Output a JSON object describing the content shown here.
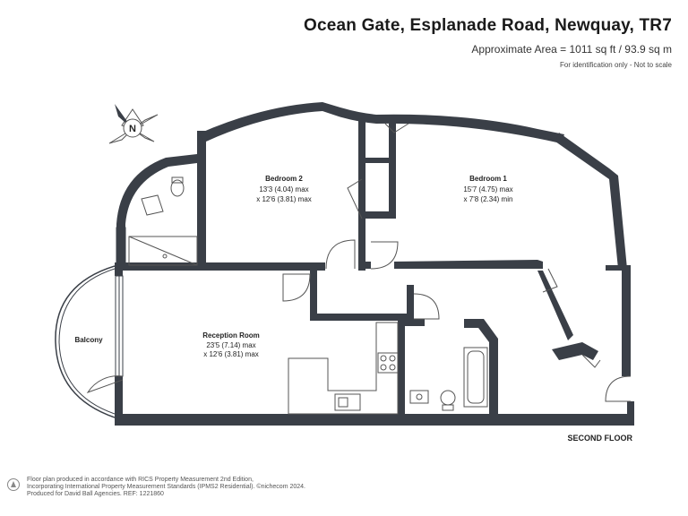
{
  "header": {
    "title": "Ocean Gate, Esplanade Road, Newquay, TR7",
    "area": "Approximate Area = 1011 sq ft / 93.9 sq m",
    "note": "For identification only - Not to scale"
  },
  "compass": {
    "letter": "N"
  },
  "rooms": {
    "bedroom2": {
      "name": "Bedroom 2",
      "dim1": "13'3 (4.04) max",
      "dim2": "x 12'6 (3.81) max"
    },
    "bedroom1": {
      "name": "Bedroom 1",
      "dim1": "15'7 (4.75) max",
      "dim2": "x 7'8 (2.34) min"
    },
    "reception": {
      "name": "Reception Room",
      "dim1": "23'5 (7.14) max",
      "dim2": "x 12'6 (3.81) max"
    },
    "balcony": {
      "name": "Balcony"
    }
  },
  "floor_label": "SECOND FLOOR",
  "footer": {
    "line1": "Floor plan produced in accordance with RICS Property Measurement 2nd Edition,",
    "line2": "Incorporating International Property Measurement Standards (IPMS2 Residential).  ©nichecom 2024.",
    "line3": "Produced for David Ball Agencies.  REF:  1221860"
  },
  "colors": {
    "wall": "#3a3f47",
    "line": "#555555"
  }
}
